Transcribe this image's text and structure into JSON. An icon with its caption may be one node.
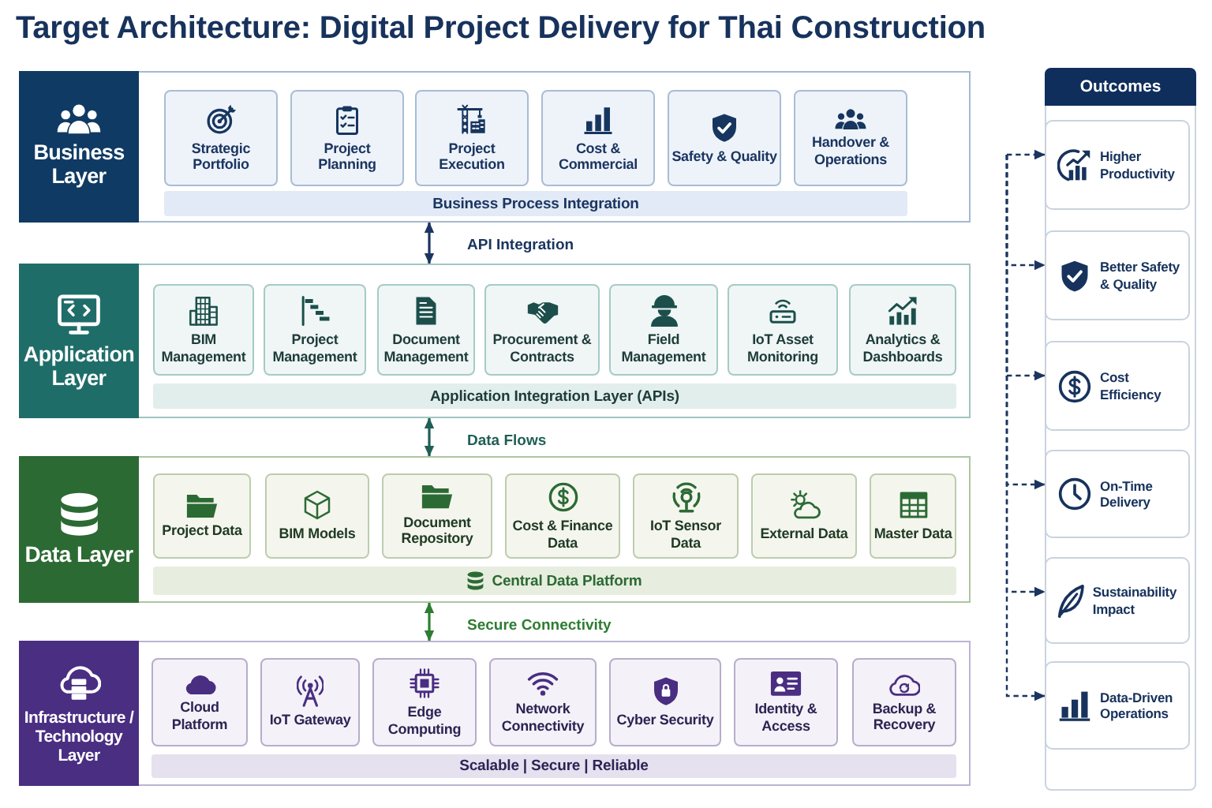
{
  "diagram": {
    "title": "Target Architecture: Digital Project Delivery for Thai Construction",
    "nodes": [
      {
        "text": [
          "Business Layer"
        ]
      },
      {
        "text": [
          "Strategic Portfolio"
        ],
        "in": 0
      },
      {
        "text": [
          "Project Planning"
        ],
        "in": 0
      },
      {
        "text": [
          "Project Execution"
        ],
        "in": 0
      },
      {
        "text": [
          "Cost & Commercial"
        ],
        "in": 0
      },
      {
        "text": [
          "Safety & Quality"
        ],
        "in": 0
      },
      {
        "text": [
          "Handover & Operations"
        ],
        "in": 0
      },
      {
        "text": [
          "Business Process Integration"
        ],
        "in": 0
      },
      {
        "text": [
          "Application Layer"
        ]
      },
      {
        "text": [
          "BIM Management"
        ],
        "in": 8
      },
      {
        "text": [
          "Project Management"
        ],
        "in": 8
      },
      {
        "text": [
          "Document Management"
        ],
        "in": 8
      },
      {
        "text": [
          "Procurement & Contracts"
        ],
        "in": 8
      },
      {
        "text": [
          "Field Management"
        ],
        "in": 8
      },
      {
        "text": [
          "IoT Asset Monitoring"
        ],
        "in": 8
      },
      {
        "text": [
          "Analytics & Dashboards"
        ],
        "in": 8
      },
      {
        "text": [
          "Application Integration Layer (APIs)"
        ],
        "in": 8
      },
      {
        "text": [
          "Data Layer"
        ]
      },
      {
        "text": [
          "Project Data"
        ],
        "in": 17
      },
      {
        "text": [
          "BIM Models"
        ],
        "in": 17
      },
      {
        "text": [
          "Document Repository"
        ],
        "in": 17
      },
      {
        "text": [
          "Cost & Finance Data"
        ],
        "in": 17
      },
      {
        "text": [
          "IoT Sensor Data"
        ],
        "in": 17
      },
      {
        "text": [
          "External Data"
        ],
        "in": 17
      },
      {
        "text": [
          "Master Data"
        ],
        "in": 17
      },
      {
        "text": [
          "Central Data Platform"
        ],
        "in": 17
      },
      {
        "text": [
          "Infrastructure / Technology Layer"
        ]
      },
      {
        "text": [
          "Cloud Platform"
        ],
        "in": 26
      },
      {
        "text": [
          "IoT Gateway"
        ],
        "in": 26
      },
      {
        "text": [
          "Edge Computing"
        ],
        "in": 26
      },
      {
        "text": [
          "Network Connectivity"
        ],
        "in": 26
      },
      {
        "text": [
          "Cyber Security"
        ],
        "in": 26
      },
      {
        "text": [
          "Identity & Access"
        ],
        "in": 26
      },
      {
        "text": [
          "Backup & Recovery"
        ],
        "in": 26
      },
      {
        "text": [
          "Scalable | Secure | Reliable"
        ],
        "in": 26
      },
      {
        "text": [
          "Outcomes"
        ]
      },
      {
        "text": [
          "Higher Productivity"
        ],
        "in": 35
      },
      {
        "text": [
          "Better Safety & Quality"
        ],
        "in": 35
      },
      {
        "text": [
          "Cost Efficiency"
        ],
        "in": 35
      },
      {
        "text": [
          "On-Time Delivery"
        ],
        "in": 35
      },
      {
        "text": [
          "Sustainability Impact"
        ],
        "in": 35
      },
      {
        "text": [
          "Data-Driven Operations"
        ],
        "in": 35
      }
    ],
    "edges": [
      {
        "from": 0,
        "to": 8,
        "arrow": "both",
        "label": "API Integration"
      },
      {
        "from": 8,
        "to": 17,
        "arrow": "both",
        "label": "Data Flows",
        "color": "#1f5f56"
      },
      {
        "from": 17,
        "to": 26,
        "arrow": "both",
        "label": "Secure Connectivity",
        "color": "#2e7d32"
      },
      {
        "from": null,
        "to": 36,
        "arrow": "to",
        "style": "dashed"
      },
      {
        "from": null,
        "to": 37,
        "arrow": "to",
        "style": "dashed"
      },
      {
        "from": null,
        "to": 38,
        "arrow": "to",
        "style": "dashed"
      },
      {
        "from": null,
        "to": 39,
        "arrow": "to",
        "style": "dashed"
      },
      {
        "from": null,
        "to": 40,
        "arrow": "to",
        "style": "dashed"
      },
      {
        "from": null,
        "to": 41,
        "arrow": "to",
        "style": "dashed"
      }
    ]
  }
}
